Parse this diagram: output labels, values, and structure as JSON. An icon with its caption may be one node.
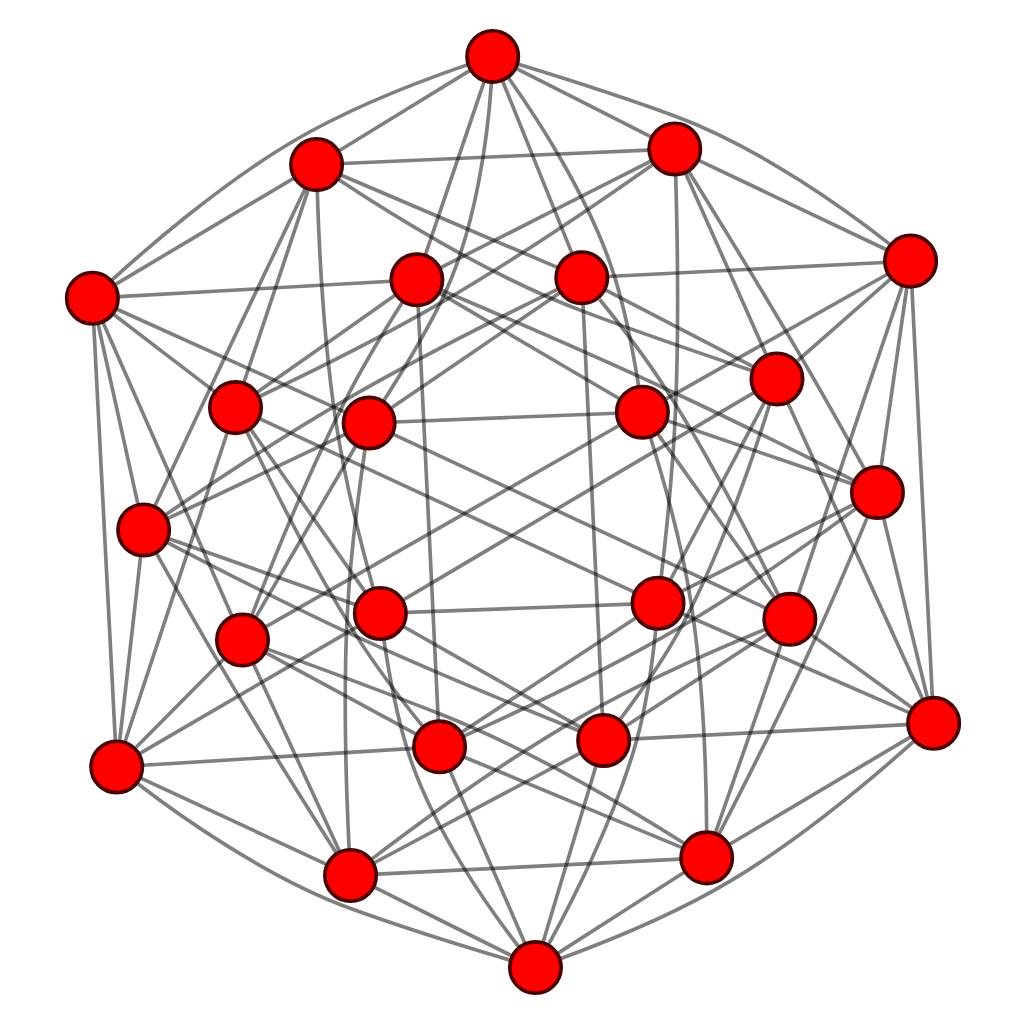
{
  "diagram": {
    "nodes": [
      {
        "text": [],
        "shape": "circle"
      },
      {
        "text": [],
        "shape": "circle"
      },
      {
        "text": [],
        "shape": "circle"
      },
      {
        "text": [],
        "shape": "circle"
      },
      {
        "text": [],
        "shape": "circle"
      },
      {
        "text": [],
        "shape": "circle"
      },
      {
        "text": [],
        "shape": "circle"
      },
      {
        "text": [],
        "shape": "circle"
      },
      {
        "text": [],
        "shape": "circle"
      },
      {
        "text": [],
        "shape": "circle"
      },
      {
        "text": [],
        "shape": "circle"
      },
      {
        "text": [],
        "shape": "circle"
      },
      {
        "text": [],
        "shape": "circle"
      },
      {
        "text": [],
        "shape": "circle"
      },
      {
        "text": [],
        "shape": "circle"
      },
      {
        "text": [],
        "shape": "circle"
      },
      {
        "text": [],
        "shape": "circle"
      },
      {
        "text": [],
        "shape": "circle"
      },
      {
        "text": [],
        "shape": "circle"
      },
      {
        "text": [],
        "shape": "circle"
      },
      {
        "text": [],
        "shape": "circle"
      },
      {
        "text": [],
        "shape": "circle"
      },
      {
        "text": [],
        "shape": "circle"
      },
      {
        "text": [],
        "shape": "circle"
      }
    ],
    "edges": [
      {
        "from": 0,
        "to": 1,
        "arrow": "none"
      },
      {
        "from": 0,
        "to": 2,
        "arrow": "none"
      },
      {
        "from": 0,
        "to": 3,
        "arrow": "none"
      },
      {
        "from": 0,
        "to": 4,
        "arrow": "none"
      },
      {
        "from": 0,
        "to": 5,
        "arrow": "none"
      },
      {
        "from": 0,
        "to": 6,
        "arrow": "none"
      },
      {
        "from": 0,
        "to": 9,
        "arrow": "none"
      },
      {
        "from": 0,
        "to": 10,
        "arrow": "none"
      },
      {
        "from": 1,
        "to": 2,
        "arrow": "none"
      },
      {
        "from": 1,
        "to": 3,
        "arrow": "none"
      },
      {
        "from": 1,
        "to": 4,
        "arrow": "none"
      },
      {
        "from": 1,
        "to": 7,
        "arrow": "none"
      },
      {
        "from": 1,
        "to": 8,
        "arrow": "none"
      },
      {
        "from": 1,
        "to": 11,
        "arrow": "none"
      },
      {
        "from": 1,
        "to": 13,
        "arrow": "none"
      },
      {
        "from": 2,
        "to": 5,
        "arrow": "none"
      },
      {
        "from": 2,
        "to": 6,
        "arrow": "none"
      },
      {
        "from": 2,
        "to": 7,
        "arrow": "none"
      },
      {
        "from": 2,
        "to": 8,
        "arrow": "none"
      },
      {
        "from": 2,
        "to": 12,
        "arrow": "none"
      },
      {
        "from": 2,
        "to": 14,
        "arrow": "none"
      },
      {
        "from": 3,
        "to": 5,
        "arrow": "none"
      },
      {
        "from": 3,
        "to": 7,
        "arrow": "none"
      },
      {
        "from": 3,
        "to": 9,
        "arrow": "none"
      },
      {
        "from": 3,
        "to": 11,
        "arrow": "none"
      },
      {
        "from": 3,
        "to": 15,
        "arrow": "none"
      },
      {
        "from": 3,
        "to": 17,
        "arrow": "none"
      },
      {
        "from": 4,
        "to": 6,
        "arrow": "none"
      },
      {
        "from": 4,
        "to": 8,
        "arrow": "none"
      },
      {
        "from": 4,
        "to": 9,
        "arrow": "none"
      },
      {
        "from": 4,
        "to": 11,
        "arrow": "none"
      },
      {
        "from": 4,
        "to": 16,
        "arrow": "none"
      },
      {
        "from": 4,
        "to": 18,
        "arrow": "none"
      },
      {
        "from": 5,
        "to": 7,
        "arrow": "none"
      },
      {
        "from": 5,
        "to": 10,
        "arrow": "none"
      },
      {
        "from": 5,
        "to": 12,
        "arrow": "none"
      },
      {
        "from": 5,
        "to": 15,
        "arrow": "none"
      },
      {
        "from": 5,
        "to": 19,
        "arrow": "none"
      },
      {
        "from": 6,
        "to": 8,
        "arrow": "none"
      },
      {
        "from": 6,
        "to": 10,
        "arrow": "none"
      },
      {
        "from": 6,
        "to": 12,
        "arrow": "none"
      },
      {
        "from": 6,
        "to": 16,
        "arrow": "none"
      },
      {
        "from": 6,
        "to": 20,
        "arrow": "none"
      },
      {
        "from": 7,
        "to": 13,
        "arrow": "none"
      },
      {
        "from": 7,
        "to": 14,
        "arrow": "none"
      },
      {
        "from": 7,
        "to": 17,
        "arrow": "none"
      },
      {
        "from": 7,
        "to": 19,
        "arrow": "none"
      },
      {
        "from": 8,
        "to": 13,
        "arrow": "none"
      },
      {
        "from": 8,
        "to": 14,
        "arrow": "none"
      },
      {
        "from": 8,
        "to": 18,
        "arrow": "none"
      },
      {
        "from": 8,
        "to": 20,
        "arrow": "none"
      },
      {
        "from": 9,
        "to": 10,
        "arrow": "none"
      },
      {
        "from": 9,
        "to": 11,
        "arrow": "none"
      },
      {
        "from": 9,
        "to": 15,
        "arrow": "none"
      },
      {
        "from": 9,
        "to": 16,
        "arrow": "none"
      },
      {
        "from": 9,
        "to": 21,
        "arrow": "none"
      },
      {
        "from": 10,
        "to": 12,
        "arrow": "none"
      },
      {
        "from": 10,
        "to": 15,
        "arrow": "none"
      },
      {
        "from": 10,
        "to": 16,
        "arrow": "none"
      },
      {
        "from": 10,
        "to": 22,
        "arrow": "none"
      },
      {
        "from": 11,
        "to": 13,
        "arrow": "none"
      },
      {
        "from": 11,
        "to": 17,
        "arrow": "none"
      },
      {
        "from": 11,
        "to": 18,
        "arrow": "none"
      },
      {
        "from": 11,
        "to": 21,
        "arrow": "none"
      },
      {
        "from": 12,
        "to": 14,
        "arrow": "none"
      },
      {
        "from": 12,
        "to": 19,
        "arrow": "none"
      },
      {
        "from": 12,
        "to": 20,
        "arrow": "none"
      },
      {
        "from": 12,
        "to": 22,
        "arrow": "none"
      },
      {
        "from": 13,
        "to": 14,
        "arrow": "none"
      },
      {
        "from": 13,
        "to": 17,
        "arrow": "none"
      },
      {
        "from": 13,
        "to": 18,
        "arrow": "none"
      },
      {
        "from": 13,
        "to": 23,
        "arrow": "none"
      },
      {
        "from": 14,
        "to": 19,
        "arrow": "none"
      },
      {
        "from": 14,
        "to": 20,
        "arrow": "none"
      },
      {
        "from": 14,
        "to": 23,
        "arrow": "none"
      },
      {
        "from": 15,
        "to": 17,
        "arrow": "none"
      },
      {
        "from": 15,
        "to": 19,
        "arrow": "none"
      },
      {
        "from": 15,
        "to": 21,
        "arrow": "none"
      },
      {
        "from": 15,
        "to": 22,
        "arrow": "none"
      },
      {
        "from": 16,
        "to": 18,
        "arrow": "none"
      },
      {
        "from": 16,
        "to": 20,
        "arrow": "none"
      },
      {
        "from": 16,
        "to": 21,
        "arrow": "none"
      },
      {
        "from": 16,
        "to": 22,
        "arrow": "none"
      },
      {
        "from": 17,
        "to": 19,
        "arrow": "none"
      },
      {
        "from": 17,
        "to": 21,
        "arrow": "none"
      },
      {
        "from": 17,
        "to": 23,
        "arrow": "none"
      },
      {
        "from": 18,
        "to": 20,
        "arrow": "none"
      },
      {
        "from": 18,
        "to": 21,
        "arrow": "none"
      },
      {
        "from": 18,
        "to": 23,
        "arrow": "none"
      },
      {
        "from": 19,
        "to": 22,
        "arrow": "none"
      },
      {
        "from": 19,
        "to": 23,
        "arrow": "none"
      },
      {
        "from": 20,
        "to": 22,
        "arrow": "none"
      },
      {
        "from": 20,
        "to": 23,
        "arrow": "none"
      },
      {
        "from": 21,
        "to": 22,
        "arrow": "none"
      },
      {
        "from": 21,
        "to": 23,
        "arrow": "none"
      },
      {
        "from": 22,
        "to": 23,
        "arrow": "none"
      }
    ]
  }
}
